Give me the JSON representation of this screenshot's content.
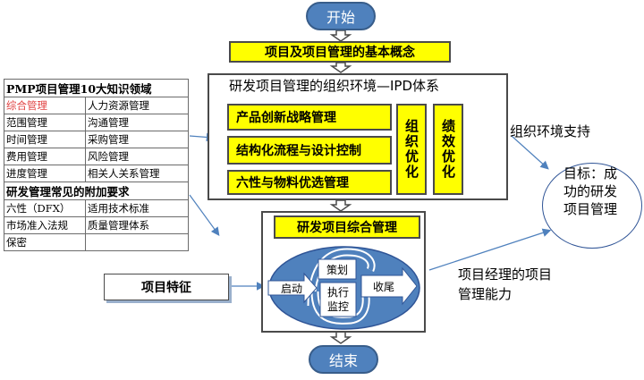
{
  "flow": {
    "start": "开始",
    "end": "结束",
    "concept_box": "项目及项目管理的基本概念",
    "org_env_title": "研发项目管理的组织环境—IPD体系",
    "org_items": [
      "产品创新战略管理",
      "结构化流程与设计控制",
      "六性与物料优选管理"
    ],
    "org_opt": "组织优化",
    "perf_opt": "绩效优化",
    "integrated_title": "研发项目综合管理",
    "cycle": {
      "initiate": "启动",
      "plan": "策划",
      "execute": "执行",
      "monitor": "监控",
      "close": "收尾"
    },
    "project_features": "项目特征"
  },
  "right": {
    "org_support": "组织环境支持",
    "goal": "目标：成功的研发项目管理",
    "pm_ability": "项目经理的项目管理能力"
  },
  "pmp_table": {
    "header": "PMP项目管理10大知识领域",
    "rows": [
      [
        "综合管理",
        "人力资源管理"
      ],
      [
        "范围管理",
        "沟通管理"
      ],
      [
        "时间管理",
        "采购管理"
      ],
      [
        "费用管理",
        "风险管理"
      ],
      [
        "进度管理",
        "相关人关系管理"
      ]
    ],
    "extra_header": "研发管理常见的附加要求",
    "extra_rows": [
      [
        "六性（DFX）",
        "适用技术标准"
      ],
      [
        "市场准入法规",
        "质量管理体系"
      ],
      [
        "保密",
        ""
      ]
    ],
    "highlight_color": "#e04040"
  },
  "colors": {
    "pill": "#4f81bd",
    "box": "#ffff00",
    "arrow": "#4f81bd"
  }
}
